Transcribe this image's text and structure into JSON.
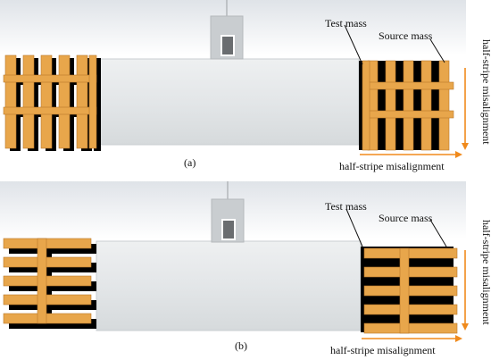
{
  "colors": {
    "background_top": "#d9dde3",
    "cylinder": "#e6e9eb",
    "cylinder_shade": "#cfd4d6",
    "holder": "#c9cdd0",
    "holder_window": "#6a6d70",
    "stripe": "#e8a64b",
    "stripe_edge": "#b8772a",
    "stripe_shadow": "#000000",
    "arrow": "#f08a1c",
    "text": "#111111"
  },
  "panels": [
    {
      "caption": "(a)",
      "test_mass_label": "Test mass",
      "source_mass_label": "Source mass",
      "horizontal_arrow_label": "half-stripe misalignment",
      "vertical_arrow_label": "half-stripe misalignment",
      "stripe_orientation": "vertical"
    },
    {
      "caption": "(b)",
      "test_mass_label": "Test mass",
      "source_mass_label": "Source mass",
      "horizontal_arrow_label": "half-stripe misalignment",
      "vertical_arrow_label": "half-stripe misalignment",
      "stripe_orientation": "horizontal"
    }
  ]
}
